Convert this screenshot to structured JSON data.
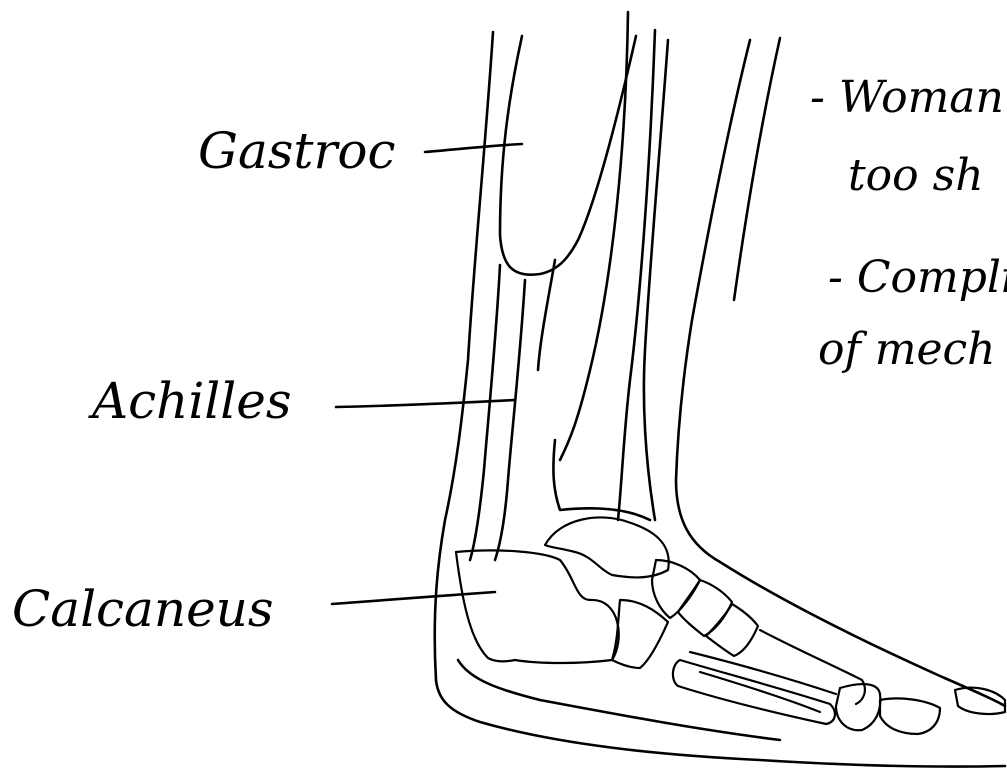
{
  "labels": {
    "gastroc": "Gastroc",
    "achilles": "Achilles",
    "calcaneus": "Calcaneus"
  },
  "notes": [
    "- Woman",
    "too sh",
    "- Complicat",
    "of mech"
  ]
}
